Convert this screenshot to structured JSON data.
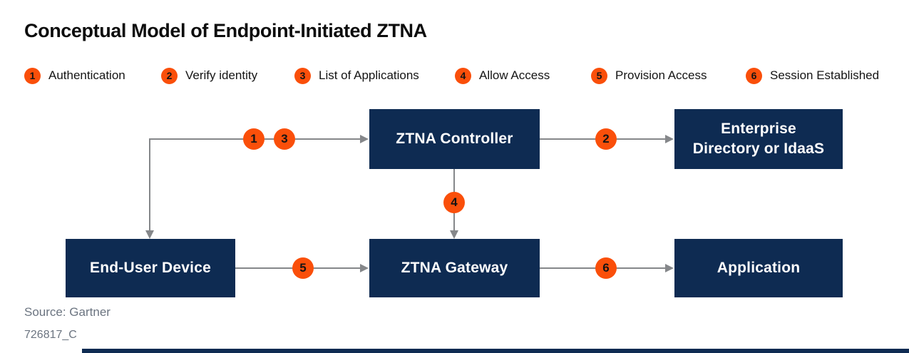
{
  "title": "Conceptual Model of Endpoint-Initiated ZTNA",
  "colors": {
    "node_navy": "#0e2b52",
    "badge_orange": "#fa4f0a",
    "arrow_gray": "#85878a",
    "footer_gray": "#6b7480",
    "text_black": "#141414"
  },
  "legend": {
    "items": [
      {
        "num": "1",
        "label": "Authentication"
      },
      {
        "num": "2",
        "label": "Verify identity"
      },
      {
        "num": "3",
        "label": "List of Applications"
      },
      {
        "num": "4",
        "label": "Allow Access"
      },
      {
        "num": "5",
        "label": "Provision Access"
      },
      {
        "num": "6",
        "label": "Session Established"
      }
    ]
  },
  "diagram": {
    "nodes": {
      "controller": {
        "label": "ZTNA Controller"
      },
      "directory": {
        "label_line1": "Enterprise",
        "label_line2": "Directory or IdaaS"
      },
      "device": {
        "label": "End-User Device"
      },
      "gateway": {
        "label": "ZTNA Gateway"
      },
      "application": {
        "label": "Application"
      }
    }
  },
  "footer": {
    "source": "Source: Gartner",
    "figure_id": "726817_C"
  }
}
